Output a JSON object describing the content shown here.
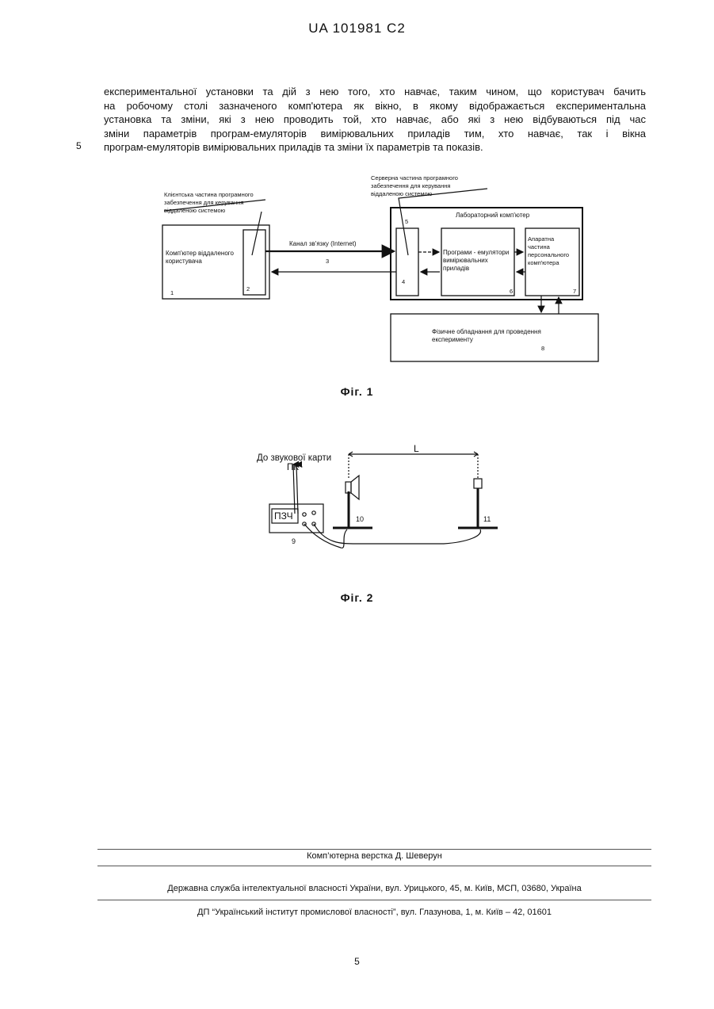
{
  "header": "UA   101981   C2",
  "paragraph_lines": [
    "експериментальної установки та дій з нею того, хто навчає, таким чином, що користувач бачить",
    "на робочому столі зазначеного комп'ютера як вікно, в якому відображається експериментальна",
    "установка та зміни, які з нею проводить той, хто навчає, або які з нею відбуваються під час",
    "зміни параметрів програм-емуляторів вимірювальних приладів тим, хто навчає, так і вікна",
    "програм-емуляторів вимірювальних приладів та зміни їх параметрів та показів."
  ],
  "line_number": "5",
  "fig1": {
    "caption": "Фіг. 1",
    "client_label": [
      "Клієнтська частина програмного",
      "забезпечення для керування",
      "віддаленою системою"
    ],
    "server_label": [
      "Серверна частина програмного",
      "забезпечення для керування",
      "віддаленою системою"
    ],
    "lab_computer": "Лабораторний комп'ютер",
    "remote_user": [
      "Комп'ютер віддаленого",
      "користувача"
    ],
    "channel": "Канал зв'язку (Internet)",
    "emulators": [
      "Програми - емулятори",
      "вимірювальних",
      "приладів"
    ],
    "hardware": [
      "Апаратна",
      "частина",
      "персонального",
      "комп'ютера"
    ],
    "physical": [
      "Фізичне обладнання для проведення",
      "експерименту"
    ],
    "numbers": [
      "1",
      "2",
      "3",
      "4",
      "5",
      "6",
      "7",
      "8"
    ]
  },
  "fig2": {
    "caption": "Фіг. 2",
    "sound_card": "До звукової карти",
    "pc": "ПК",
    "generator": "ПЗЧ",
    "distance": "L",
    "numbers": [
      "9",
      "10",
      "11"
    ]
  },
  "footer": {
    "layout": "Комп’ютерна верстка Д. Шеверун",
    "service": "Державна служба інтелектуальної власності України, вул. Урицького, 45, м. Київ, МСП, 03680, Україна",
    "institute": "ДП “Український інститут промислової власності”, вул. Глазунова, 1, м. Київ – 42, 01601"
  },
  "page_number": "5"
}
